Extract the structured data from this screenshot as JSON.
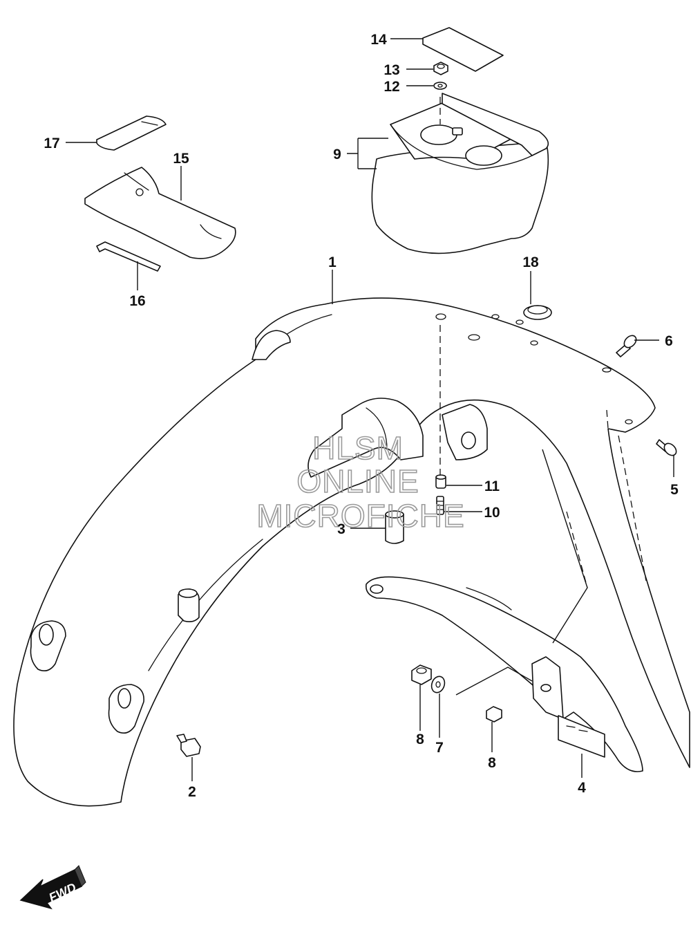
{
  "callouts": {
    "c1": "1",
    "c2": "2",
    "c3": "3",
    "c4": "4",
    "c5": "5",
    "c6": "6",
    "c7": "7",
    "c8a": "8",
    "c8b": "8",
    "c9": "9",
    "c10": "10",
    "c11": "11",
    "c12": "12",
    "c13": "13",
    "c14": "14",
    "c15": "15",
    "c16": "16",
    "c17": "17",
    "c18": "18"
  },
  "watermark": {
    "line1": "HLSM",
    "line2": "ONLINE",
    "line3": "MICROFICHE"
  },
  "direction": {
    "label": "FWD"
  },
  "colors": {
    "line": "#111111",
    "watermark": "#9a9a9a",
    "background": "#ffffff"
  }
}
